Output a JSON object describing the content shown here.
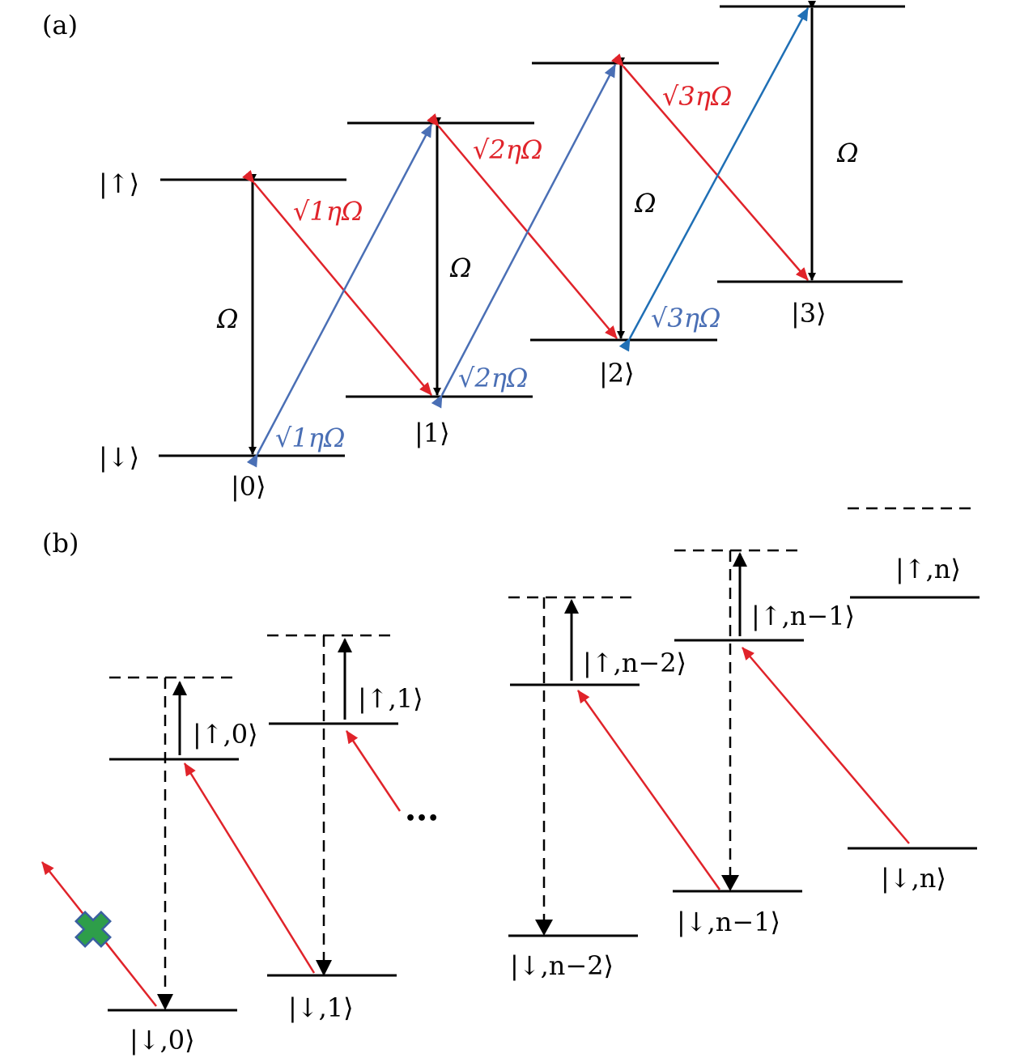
{
  "panel_a": {
    "label": "(a)",
    "spin_up": "|↑⟩",
    "spin_down": "|↓⟩",
    "phonon_states": [
      "|0⟩",
      "|1⟩",
      "|2⟩",
      "|3⟩"
    ],
    "carrier_label": "Ω",
    "red_sideband_labels": [
      "√1ηΩ",
      "√2ηΩ",
      "√3ηΩ"
    ],
    "blue_sideband_labels": [
      "√1ηΩ",
      "√2ηΩ",
      "√3ηΩ"
    ]
  },
  "panel_b": {
    "label": "(b)",
    "up_states": [
      "|↑,0⟩",
      "|↑,1⟩",
      "|↑,n−2⟩",
      "|↑,n−1⟩",
      "|↑,n⟩"
    ],
    "down_states": [
      "|↓,0⟩",
      "|↓,1⟩",
      "|↓,n−2⟩",
      "|↓,n−1⟩",
      "|↓,n⟩"
    ],
    "ellipsis": "•••"
  },
  "colors": {
    "red_sideband": "#e0232a",
    "blue_sideband": "#4a6fb5",
    "carrier": "#000000",
    "blocked_marker_fill": "#2e9e4a",
    "blocked_marker_stroke": "#3a5fa0"
  }
}
